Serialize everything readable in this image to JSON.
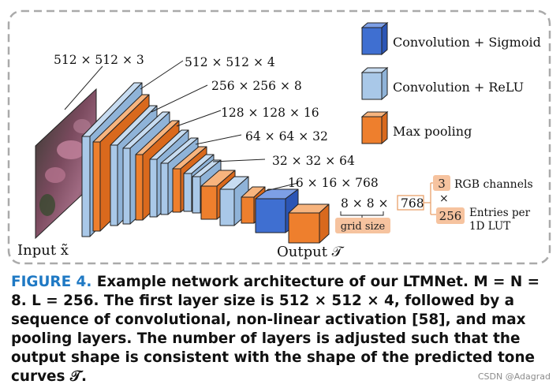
{
  "legend": {
    "items": [
      {
        "label": "Convolution + Sigmoid",
        "color": "#3f6fd1"
      },
      {
        "label": "Convolution + ReLU",
        "color": "#a9c8e8"
      },
      {
        "label": "Max pooling",
        "color": "#ee7f2d"
      }
    ]
  },
  "layers": {
    "l1": "512 × 512 × 3",
    "l2": "512 × 512 × 4",
    "l3": "256 × 256 × 8",
    "l4": "128 × 128 × 16",
    "l5": "64 × 64 × 32",
    "l6": "32 × 32 × 64",
    "l7": "16 × 16 × 768",
    "l8_a": "8 × 8 ×",
    "l8_b": "768"
  },
  "labels": {
    "input": "Input x̃",
    "output": "Output 𝒯",
    "grid_size": "grid size",
    "rgb_num": "3",
    "rgb_label": "RGB channels",
    "times": "×",
    "lut_num": "256",
    "lut_label_1": "Entries per",
    "lut_label_2": "1D LUT"
  },
  "caption": {
    "figure": "FIGURE 4.",
    "text": "Example network architecture of our LTMNet. M = N = 8. L = 256. The first layer size is 512 × 512 × 4, followed by a sequence of convolutional, non-linear activation [58], and max pooling layers. The number of layers is adjusted such that the output shape is consistent with the shape of the predicted tone curves 𝒯."
  },
  "watermark": "CSDN @Adagrad",
  "colors": {
    "sigmoid": "#3f6fd1",
    "relu": "#a9c8e8",
    "pool": "#ee7f2d",
    "grid_label_fill": "#f6c39f",
    "border": "#aaaaaa",
    "caption_accent": "#1f79c4"
  }
}
